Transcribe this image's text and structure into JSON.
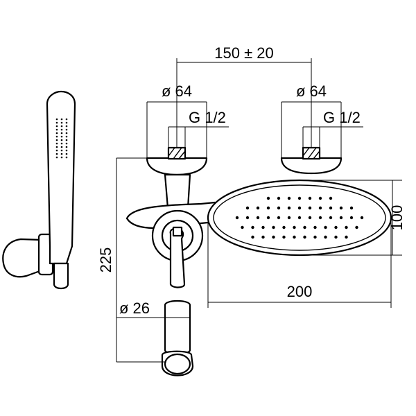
{
  "dimensions": {
    "center_distance": "150 ± 20",
    "left_flange_diameter": "ø 64",
    "right_flange_diameter": "ø 64",
    "left_thread": "G 1/2",
    "right_thread": "G 1/2",
    "overall_height": "225",
    "spout_diameter": "ø 26",
    "shower_head_width": "200",
    "shower_head_height": "100"
  },
  "colors": {
    "line": "#000000",
    "background": "#ffffff"
  },
  "shower_head_nozzle_rows": [
    7,
    11,
    13,
    12,
    10
  ]
}
